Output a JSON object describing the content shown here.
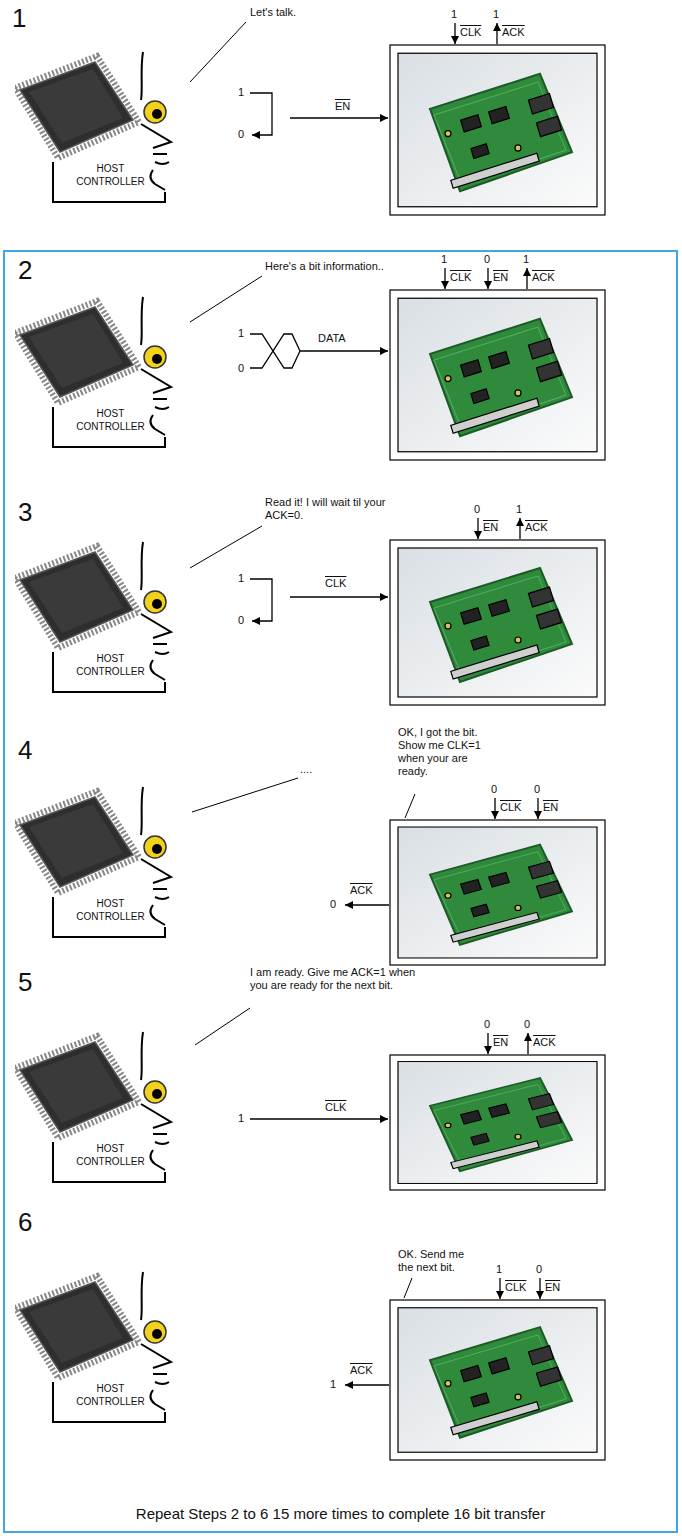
{
  "diagram": {
    "nodes": [
      {
        "text": [
          "Repeat Steps 2 to 6 15 more times to complete 16 bit transfer"
        ]
      }
    ],
    "labels": [
      "1",
      "Let's talk.",
      "HOST CONTROLLER",
      "1",
      "0",
      "EN",
      "1",
      "CLK",
      "1",
      "ACK",
      "2",
      "Here's a bit information..",
      "HOST CONTROLLER",
      "1",
      "0",
      "DATA",
      "1",
      "CLK",
      "0",
      "EN",
      "1",
      "ACK",
      "3",
      "Read it! I will wait til your ACK=0.",
      "HOST CONTROLLER",
      "1",
      "0",
      "CLK",
      "0",
      "EN",
      "1",
      "ACK",
      "4",
      "....",
      "OK, I got the bit. Show me CLK=1 when your are ready.",
      "0",
      "CLK",
      "0",
      "EN",
      "HOST CONTROLLER",
      "0",
      "ACK",
      "5",
      "I am ready. Give me ACK=1 when you are ready for the next bit.",
      "HOST CONTROLLER",
      "1",
      "CLK",
      "0",
      "EN",
      "0",
      "ACK",
      "6",
      "OK. Send me the next bit.",
      "1",
      "CLK",
      "0",
      "EN",
      "HOST CONTROLLER",
      "1",
      "ACK"
    ]
  }
}
